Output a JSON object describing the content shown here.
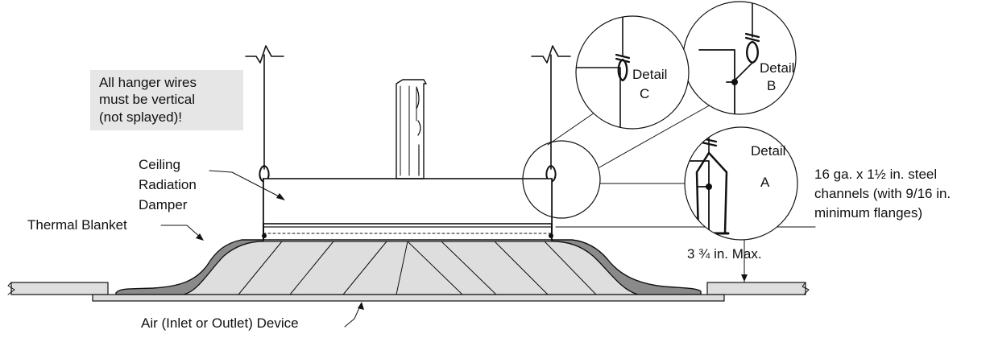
{
  "note": {
    "lines": [
      "All hanger wires",
      "must be vertical",
      "(not splayed)!"
    ],
    "background": "#e6e6e6"
  },
  "labels": {
    "damper": [
      "Ceiling",
      "Radiation",
      "Damper"
    ],
    "blanket": "Thermal Blanket",
    "device": "Air (Inlet or Outlet) Device",
    "channels": [
      "16 ga. x 1½ in. steel",
      "channels (with 9/16 in.",
      "minimum flanges)"
    ],
    "dimension": "3 ¾ in. Max."
  },
  "details": [
    {
      "word": "Detail",
      "letter": "A"
    },
    {
      "word": "Detail",
      "letter": "B"
    },
    {
      "word": "Detail",
      "letter": "C"
    }
  ],
  "colors": {
    "line": "#111111",
    "blanket": "#8a8a8a",
    "hatch": "#dedede",
    "note_bg": "#e6e6e6"
  }
}
